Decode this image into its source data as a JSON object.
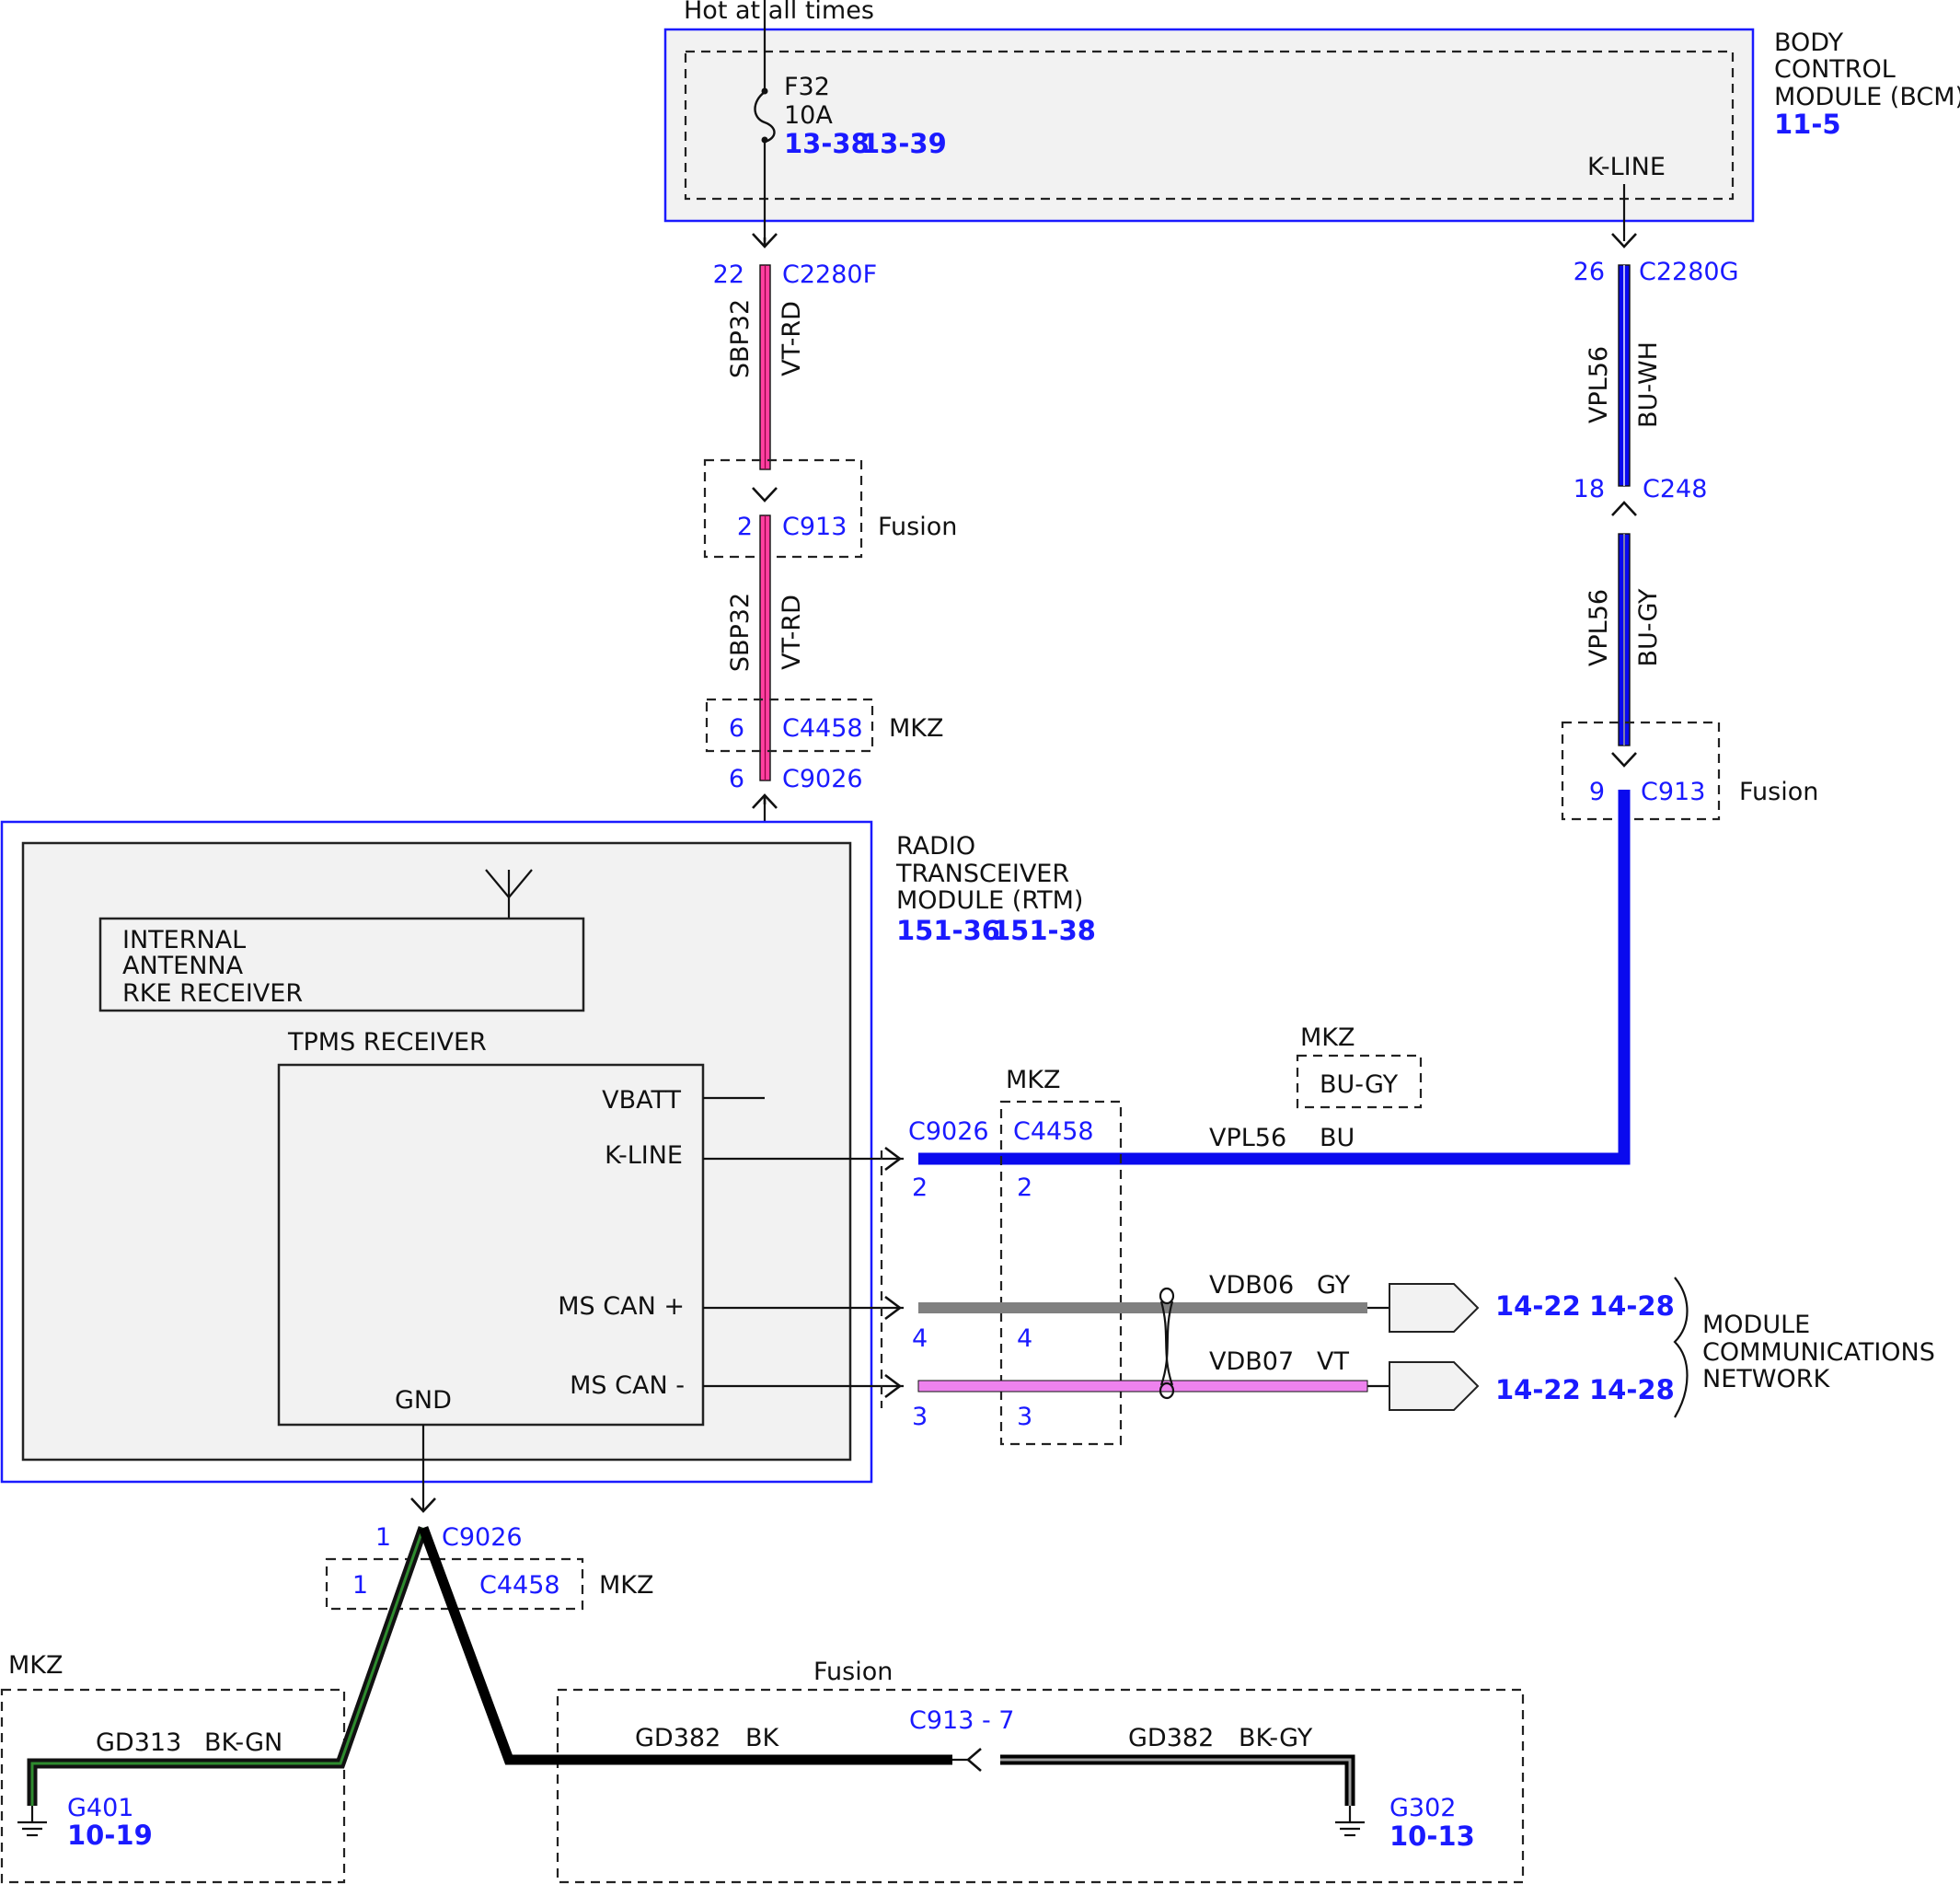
{
  "supply": {
    "label": "Hot at all times"
  },
  "bcm": {
    "title_lines": [
      "BODY",
      "CONTROL",
      "MODULE (BCM)"
    ],
    "ref": "11-5",
    "fuse_name": "F32",
    "fuse_rating": "10A",
    "fuse_refs": [
      "13-38",
      "13-39"
    ],
    "kline_label": "K-LINE"
  },
  "left_branch": {
    "c2280f_pin": "22",
    "c2280f_name": "C2280F",
    "wire1_circuit": "SBP32",
    "wire1_color": "VT-RD",
    "c913_pin": "2",
    "c913_name": "C913",
    "c913_variant": "Fusion",
    "wire2_circuit": "SBP32",
    "wire2_color": "VT-RD",
    "c4458_pin": "6",
    "c4458_name": "C4458",
    "c4458_variant": "MKZ",
    "c9026_pin": "6",
    "c9026_name": "C9026"
  },
  "right_branch": {
    "c2280g_pin": "26",
    "c2280g_name": "C2280G",
    "wire1_circuit": "VPL56",
    "wire1_color": "BU-WH",
    "c248_pin": "18",
    "c248_name": "C248",
    "wire2_circuit": "VPL56",
    "wire2_color": "BU-GY",
    "c913_pin": "9",
    "c913_name": "C913",
    "c913_variant": "Fusion"
  },
  "rtm": {
    "title_lines": [
      "RADIO",
      "TRANSCEIVER",
      "MODULE (RTM)"
    ],
    "refs": [
      "151-36",
      "151-38"
    ],
    "antenna_lines": [
      "INTERNAL",
      "ANTENNA",
      "RKE RECEIVER"
    ],
    "tpms_label": "TPMS RECEIVER",
    "pins": {
      "vbatt": "VBATT",
      "kline": "K-LINE",
      "mscan_plus": "MS CAN +",
      "mscan_minus": "MS CAN -",
      "gnd": "GND"
    }
  },
  "network": {
    "c9026_name": "C9026",
    "c4458_name": "C4458",
    "mkz_variant": "MKZ",
    "mkz_alt_variant": "MKZ",
    "mkz_alt_color": "BU-GY",
    "kline_pin_a": "2",
    "kline_pin_b": "2",
    "kline_circuit": "VPL56",
    "kline_color": "BU",
    "canp_pin_a": "4",
    "canp_pin_b": "4",
    "canp_circuit": "VDB06",
    "canp_color": "GY",
    "canm_pin_a": "3",
    "canm_pin_b": "3",
    "canm_circuit": "VDB07",
    "canm_color": "VT",
    "canp_refs": [
      "14-22",
      "14-28"
    ],
    "canm_refs": [
      "14-22",
      "14-28"
    ],
    "mcn_lines": [
      "MODULE",
      "COMMUNICATIONS",
      "NETWORK"
    ]
  },
  "ground": {
    "c9026_pin": "1",
    "c9026_name": "C9026",
    "c4458_pin": "1",
    "c4458_name": "C4458",
    "c4458_variant": "MKZ",
    "mkz_box_label": "MKZ",
    "mkz_circuit": "GD313",
    "mkz_color": "BK-GN",
    "g401_name": "G401",
    "g401_ref": "10-19",
    "fusion_box_label": "Fusion",
    "fusion_circuit_a": "GD382",
    "fusion_color_a": "BK",
    "c913_label": "C913 - 7",
    "fusion_circuit_b": "GD382",
    "fusion_color_b": "BK-GY",
    "g302_name": "G302",
    "g302_ref": "10-13"
  },
  "colors": {
    "module_border": "#1a1aff",
    "module_fill": "#f2f2f2",
    "connector_text": "#1a1aff",
    "vt_rd": "#ff3fa0",
    "bu": "#0a0aee",
    "gy": "#808080",
    "vt": "#ee82ee",
    "bk": "#000000",
    "gn_stripe": "#2e8b2e"
  }
}
